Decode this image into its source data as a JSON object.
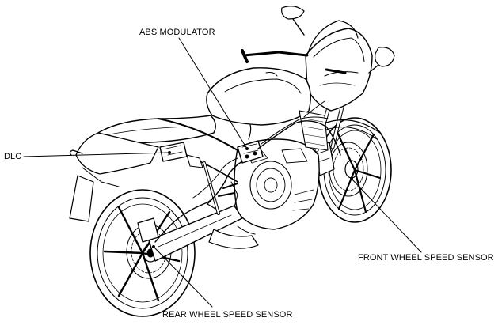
{
  "labels": {
    "abs_modulator": "ABS MODULATOR",
    "dlc": "DLC",
    "front_wheel_speed_sensor": "FRONT WHEEL SPEED SENSOR",
    "rear_wheel_speed_sensor": "REAR WHEEL SPEED SENSOR"
  },
  "colors": {
    "line": "#000000",
    "background": "#ffffff"
  }
}
